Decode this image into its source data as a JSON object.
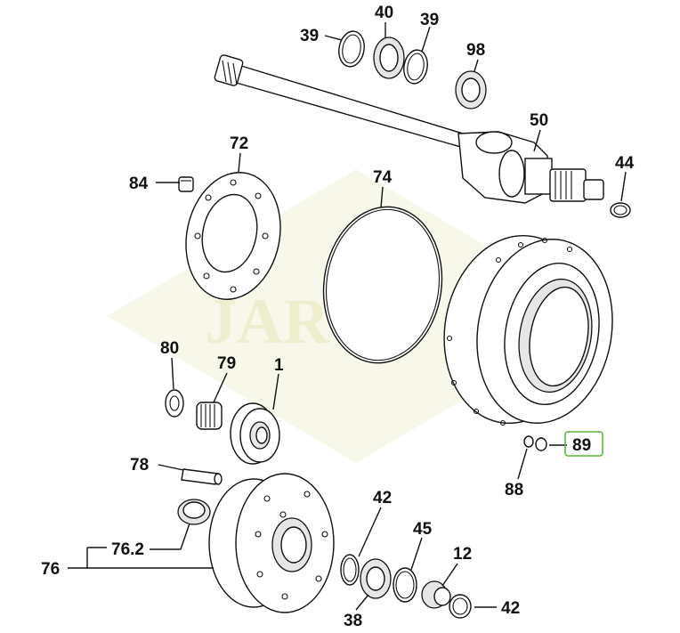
{
  "watermark": "JARO",
  "callouts": {
    "c39a": "39",
    "c40": "40",
    "c39b": "39",
    "c98": "98",
    "c50": "50",
    "c44": "44",
    "c72": "72",
    "c84": "84",
    "c74": "74",
    "c80": "80",
    "c79": "79",
    "c1": "1",
    "c78": "78",
    "c762": "76.2",
    "c76": "76",
    "c42a": "42",
    "c45": "45",
    "c12": "12",
    "c42b": "42",
    "c38": "38",
    "c88": "88",
    "c89": "89"
  },
  "colors": {
    "highlight": "#5fb73c",
    "watermark": "#f3f3d8"
  }
}
